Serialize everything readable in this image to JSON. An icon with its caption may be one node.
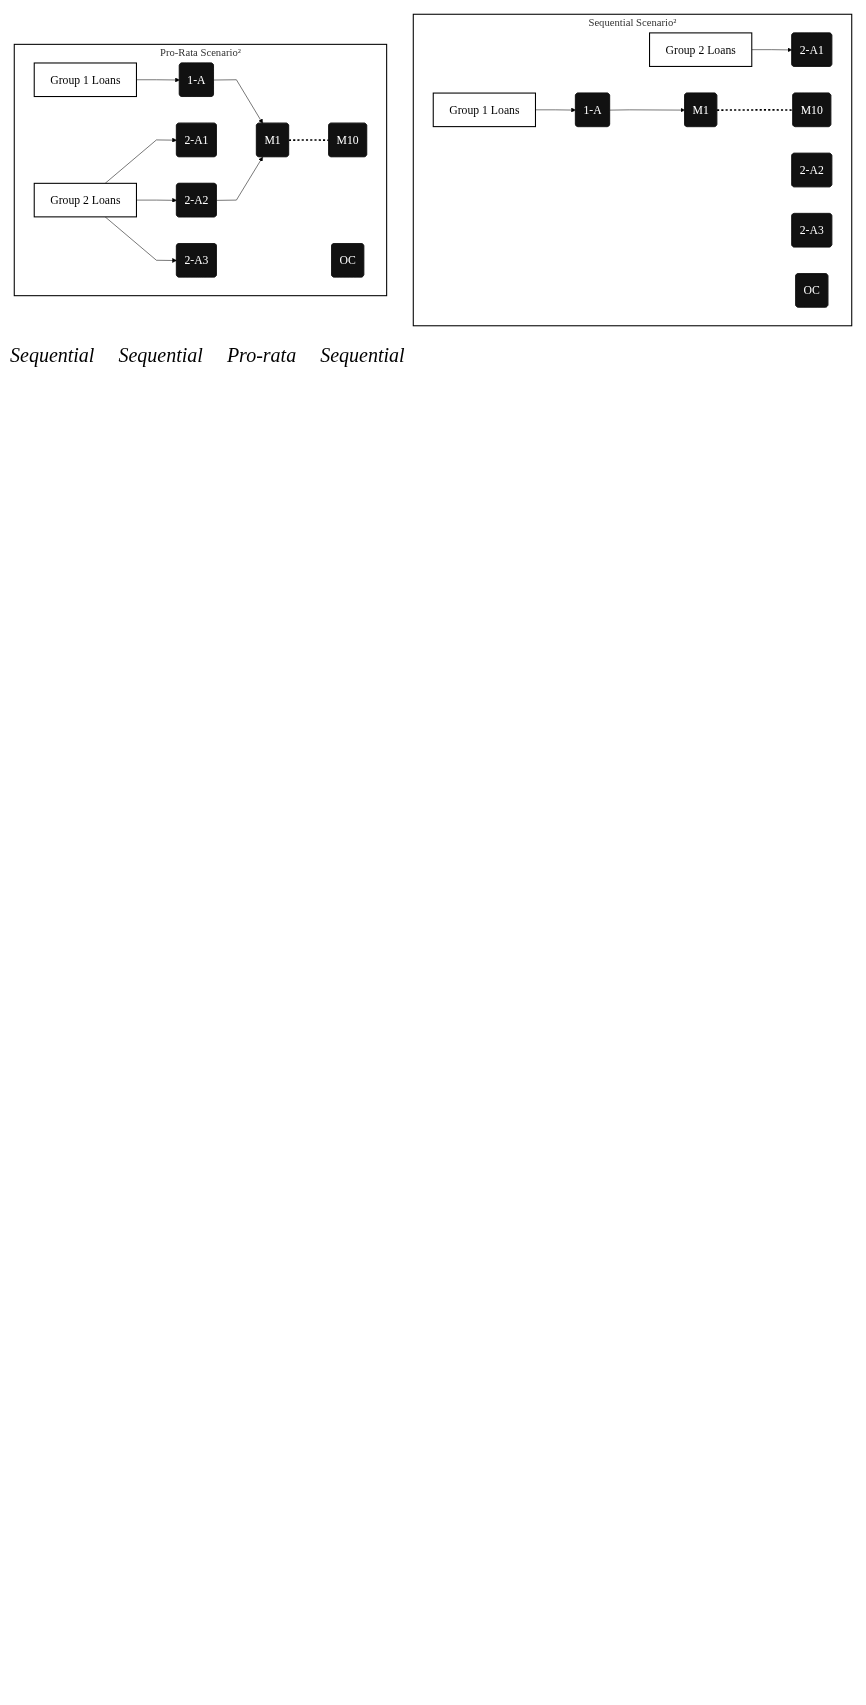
{
  "diagram": {
    "nodes": [
      {
        "text": [
          "Sequential Scenario²"
        ]
      },
      {
        "text": [
          "Group 1 Loans"
        ],
        "in": 0
      },
      {
        "text": [
          "Group 2 Loans"
        ],
        "in": 0
      },
      {
        "text": [
          "1-A"
        ],
        "in": 0
      },
      {
        "text": [
          "2-A1"
        ],
        "in": 0
      },
      {
        "text": [
          "2-A2"
        ],
        "in": 0
      },
      {
        "text": [
          "2-A3"
        ],
        "in": 0
      },
      {
        "text": [
          "M1"
        ],
        "in": 0
      },
      {
        "text": [
          "M10"
        ],
        "in": 0
      },
      {
        "text": [
          "OC"
        ],
        "in": 0
      },
      {
        "text": [
          "Pro-Rata Scenario²"
        ]
      },
      {
        "text": [
          "Group 1 Loans"
        ],
        "in": 10
      },
      {
        "text": [
          "Group 2 Loans"
        ],
        "in": 10
      },
      {
        "text": [
          "1-A"
        ],
        "in": 10
      },
      {
        "text": [
          "2-A1"
        ],
        "in": 10
      },
      {
        "text": [
          "2-A2"
        ],
        "in": 10
      },
      {
        "text": [
          "2-A3"
        ],
        "in": 10
      },
      {
        "text": [
          "M1"
        ],
        "in": 10
      },
      {
        "text": [
          "M10"
        ],
        "in": 10
      },
      {
        "text": [
          "OC"
        ],
        "in": 10
      }
    ],
    "edges": [
      {
        "from": 1,
        "to": 3,
        "arrow": "to"
      },
      {
        "from": 2,
        "to": 4,
        "arrow": "to"
      },
      {
        "from": 3,
        "to": 7,
        "arrow": "to"
      },
      {
        "from": 7,
        "to": 8,
        "arrow": "none",
        "style": "dashed"
      },
      {
        "from": 11,
        "to": 13,
        "arrow": "to"
      },
      {
        "from": 12,
        "to": 14,
        "arrow": "to"
      },
      {
        "from": 12,
        "to": 15,
        "arrow": "to"
      },
      {
        "from": 12,
        "to": 16,
        "arrow": "to"
      },
      {
        "from": 13,
        "to": 17,
        "arrow": "to"
      },
      {
        "from": 15,
        "to": 17,
        "arrow": "to"
      },
      {
        "from": 17,
        "to": 18,
        "arrow": "none",
        "style": "dashed"
      }
    ],
    "labels": [
      "Sequential",
      "Sequential",
      "Pro-rata",
      "Sequential"
    ]
  }
}
